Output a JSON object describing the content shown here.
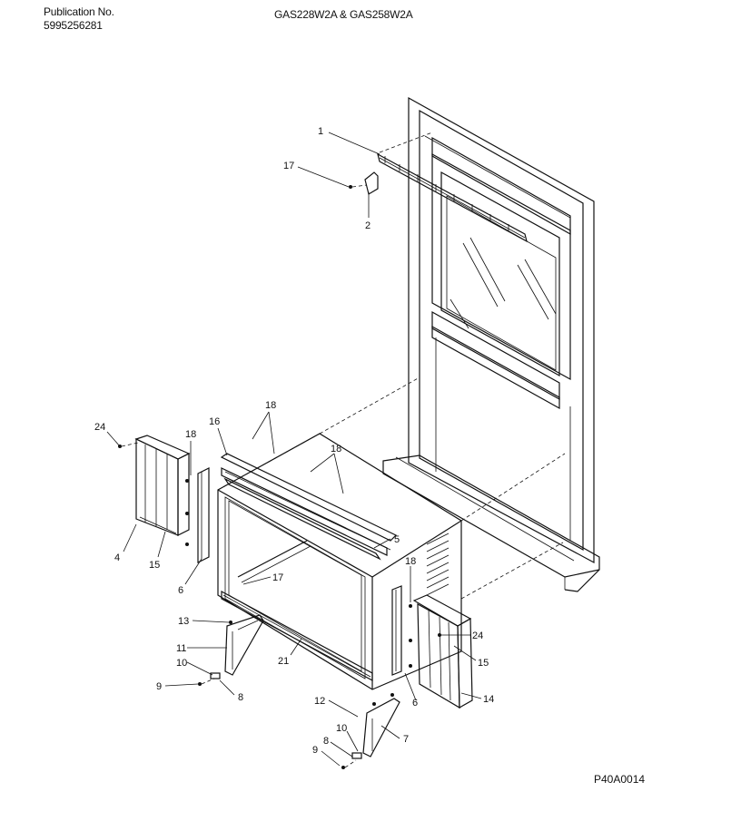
{
  "header": {
    "publication_label": "Publication No.",
    "publication_number": "5995256281",
    "model_title": "GAS228W2A & GAS258W2A"
  },
  "footer": {
    "drawing_code": "P40A0014"
  },
  "callouts": [
    "1",
    "17",
    "2",
    "18",
    "16",
    "18",
    "24",
    "18",
    "4",
    "15",
    "6",
    "5",
    "17",
    "18",
    "24",
    "13",
    "11",
    "10",
    "21",
    "15",
    "9",
    "8",
    "6",
    "14",
    "12",
    "10",
    "7",
    "8",
    "9"
  ]
}
